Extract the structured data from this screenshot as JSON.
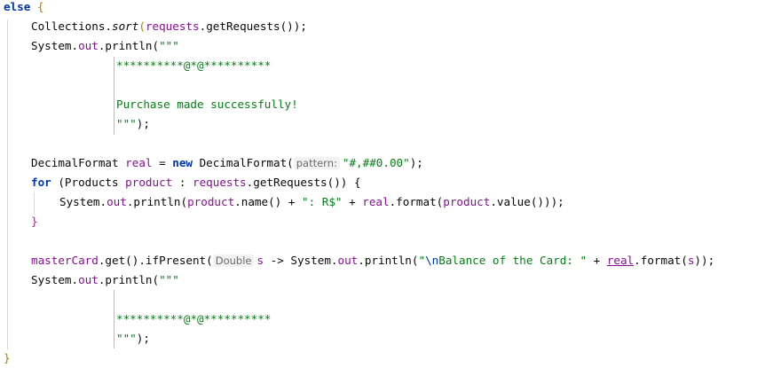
{
  "code": {
    "line1": {
      "kw": "else",
      "brace": "{"
    },
    "line2": {
      "text1": "Collections.",
      "method": "sort",
      "text2": "(",
      "var": "requests",
      "text3": ".getRequests()",
      "text4": ");"
    },
    "line3": {
      "text1": "System.",
      "field": "out",
      "text2": ".println(",
      "str": "\"\"\""
    },
    "line4": {
      "str": "**********@*@**********"
    },
    "line5": {
      "str": ""
    },
    "line6": {
      "str": "Purchase made successfully!"
    },
    "line7": {
      "str": "\"\"\"",
      "end": ");"
    },
    "line8": {
      "text": ""
    },
    "line9": {
      "text1": "DecimalFormat ",
      "var": "real",
      "text2": " = ",
      "kw": "new",
      "text3": " DecimalFormat(",
      "hint": "pattern:",
      "str": "\"#,##0.00\"",
      "text4": ");"
    },
    "line10": {
      "kw": "for",
      "text1": " (Products ",
      "var": "product",
      "text2": " : ",
      "var2": "requests",
      "text3": ".getRequests()) {"
    },
    "line11": {
      "text1": "System.",
      "field": "out",
      "text2": ".println(",
      "var": "product",
      "text3": ".name() + ",
      "str": "\": R$\"",
      "text4": " + ",
      "var2": "real",
      "text5": ".format(",
      "var3": "product",
      "text6": ".value()));"
    },
    "line12": {
      "text": "}"
    },
    "line13": {
      "text": ""
    },
    "line14": {
      "var": "masterCard",
      "text1": ".get().ifPresent(",
      "hint": "Double",
      "param": "s",
      "text2": " -> System.",
      "field": "out",
      "text3": ".println(",
      "str1": "\"",
      "escape": "\\n",
      "str2": "Balance of the Card: \"",
      "text4": " + ",
      "var2": "real",
      "text5": ".format(",
      "param2": "s",
      "text6": "));"
    },
    "line15": {
      "text1": "System.",
      "field": "out",
      "text2": ".println(",
      "str": "\"\"\""
    },
    "line16": {
      "str": ""
    },
    "line17": {
      "str": "**********@*@**********"
    },
    "line18": {
      "str": "\"\"\"",
      "end": ");"
    },
    "line19": {
      "text": "}"
    }
  },
  "colors": {
    "keyword": "#0033b3",
    "string": "#067d17",
    "field": "#871094",
    "background": "#ffffff"
  }
}
